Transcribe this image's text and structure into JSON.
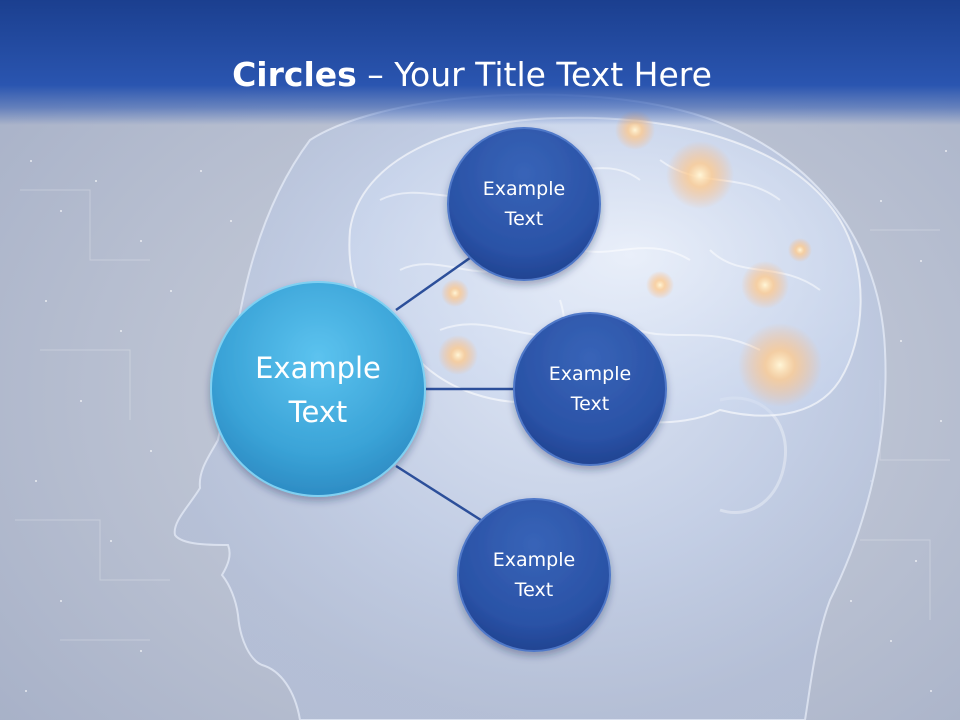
{
  "slide": {
    "title_bold": "Circles",
    "title_rest": " – Your Title Text Here"
  },
  "diagram": {
    "center": {
      "line1": "Example",
      "line2": "Text"
    },
    "satellites": [
      {
        "line1": "Example",
        "line2": "Text"
      },
      {
        "line1": "Example",
        "line2": "Text"
      },
      {
        "line1": "Example",
        "line2": "Text"
      }
    ]
  },
  "colors": {
    "header": "#2a55b0",
    "center_circle": "#3ea6d8",
    "satellite_circle": "#2b55a8",
    "connector": "#2c4f9a",
    "text": "#ffffff"
  }
}
